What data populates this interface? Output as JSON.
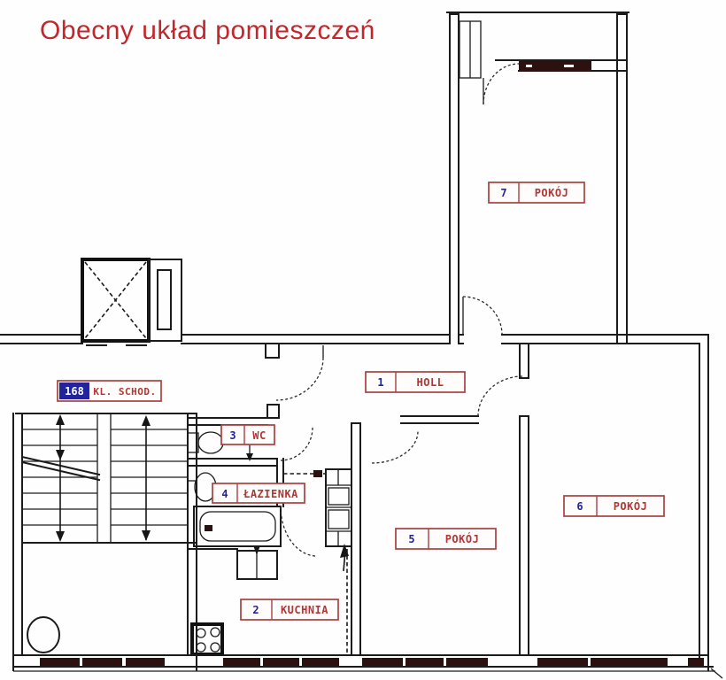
{
  "title": "Obecny układ pomieszczeń",
  "colors": {
    "title_red": "#c1272d",
    "label_border_red": "#a84040",
    "label_text_red": "#b33636",
    "number_navy": "#23239b",
    "wall_black": "#1b1b1b",
    "window_sill_dark": "#2d1010"
  },
  "labels": {
    "hall": {
      "number": "1",
      "name": "HOLL"
    },
    "kitchen": {
      "number": "2",
      "name": "KUCHNIA"
    },
    "wc": {
      "number": "3",
      "name": "WC"
    },
    "bathroom": {
      "number": "4",
      "name": "ŁAZIENKA"
    },
    "room5": {
      "number": "5",
      "name": "POKÓJ"
    },
    "room6": {
      "number": "6",
      "name": "POKÓJ"
    },
    "room7": {
      "number": "7",
      "name": "POKÓJ"
    },
    "staircase": {
      "number": "168",
      "name": "KL. SCHOD."
    }
  }
}
